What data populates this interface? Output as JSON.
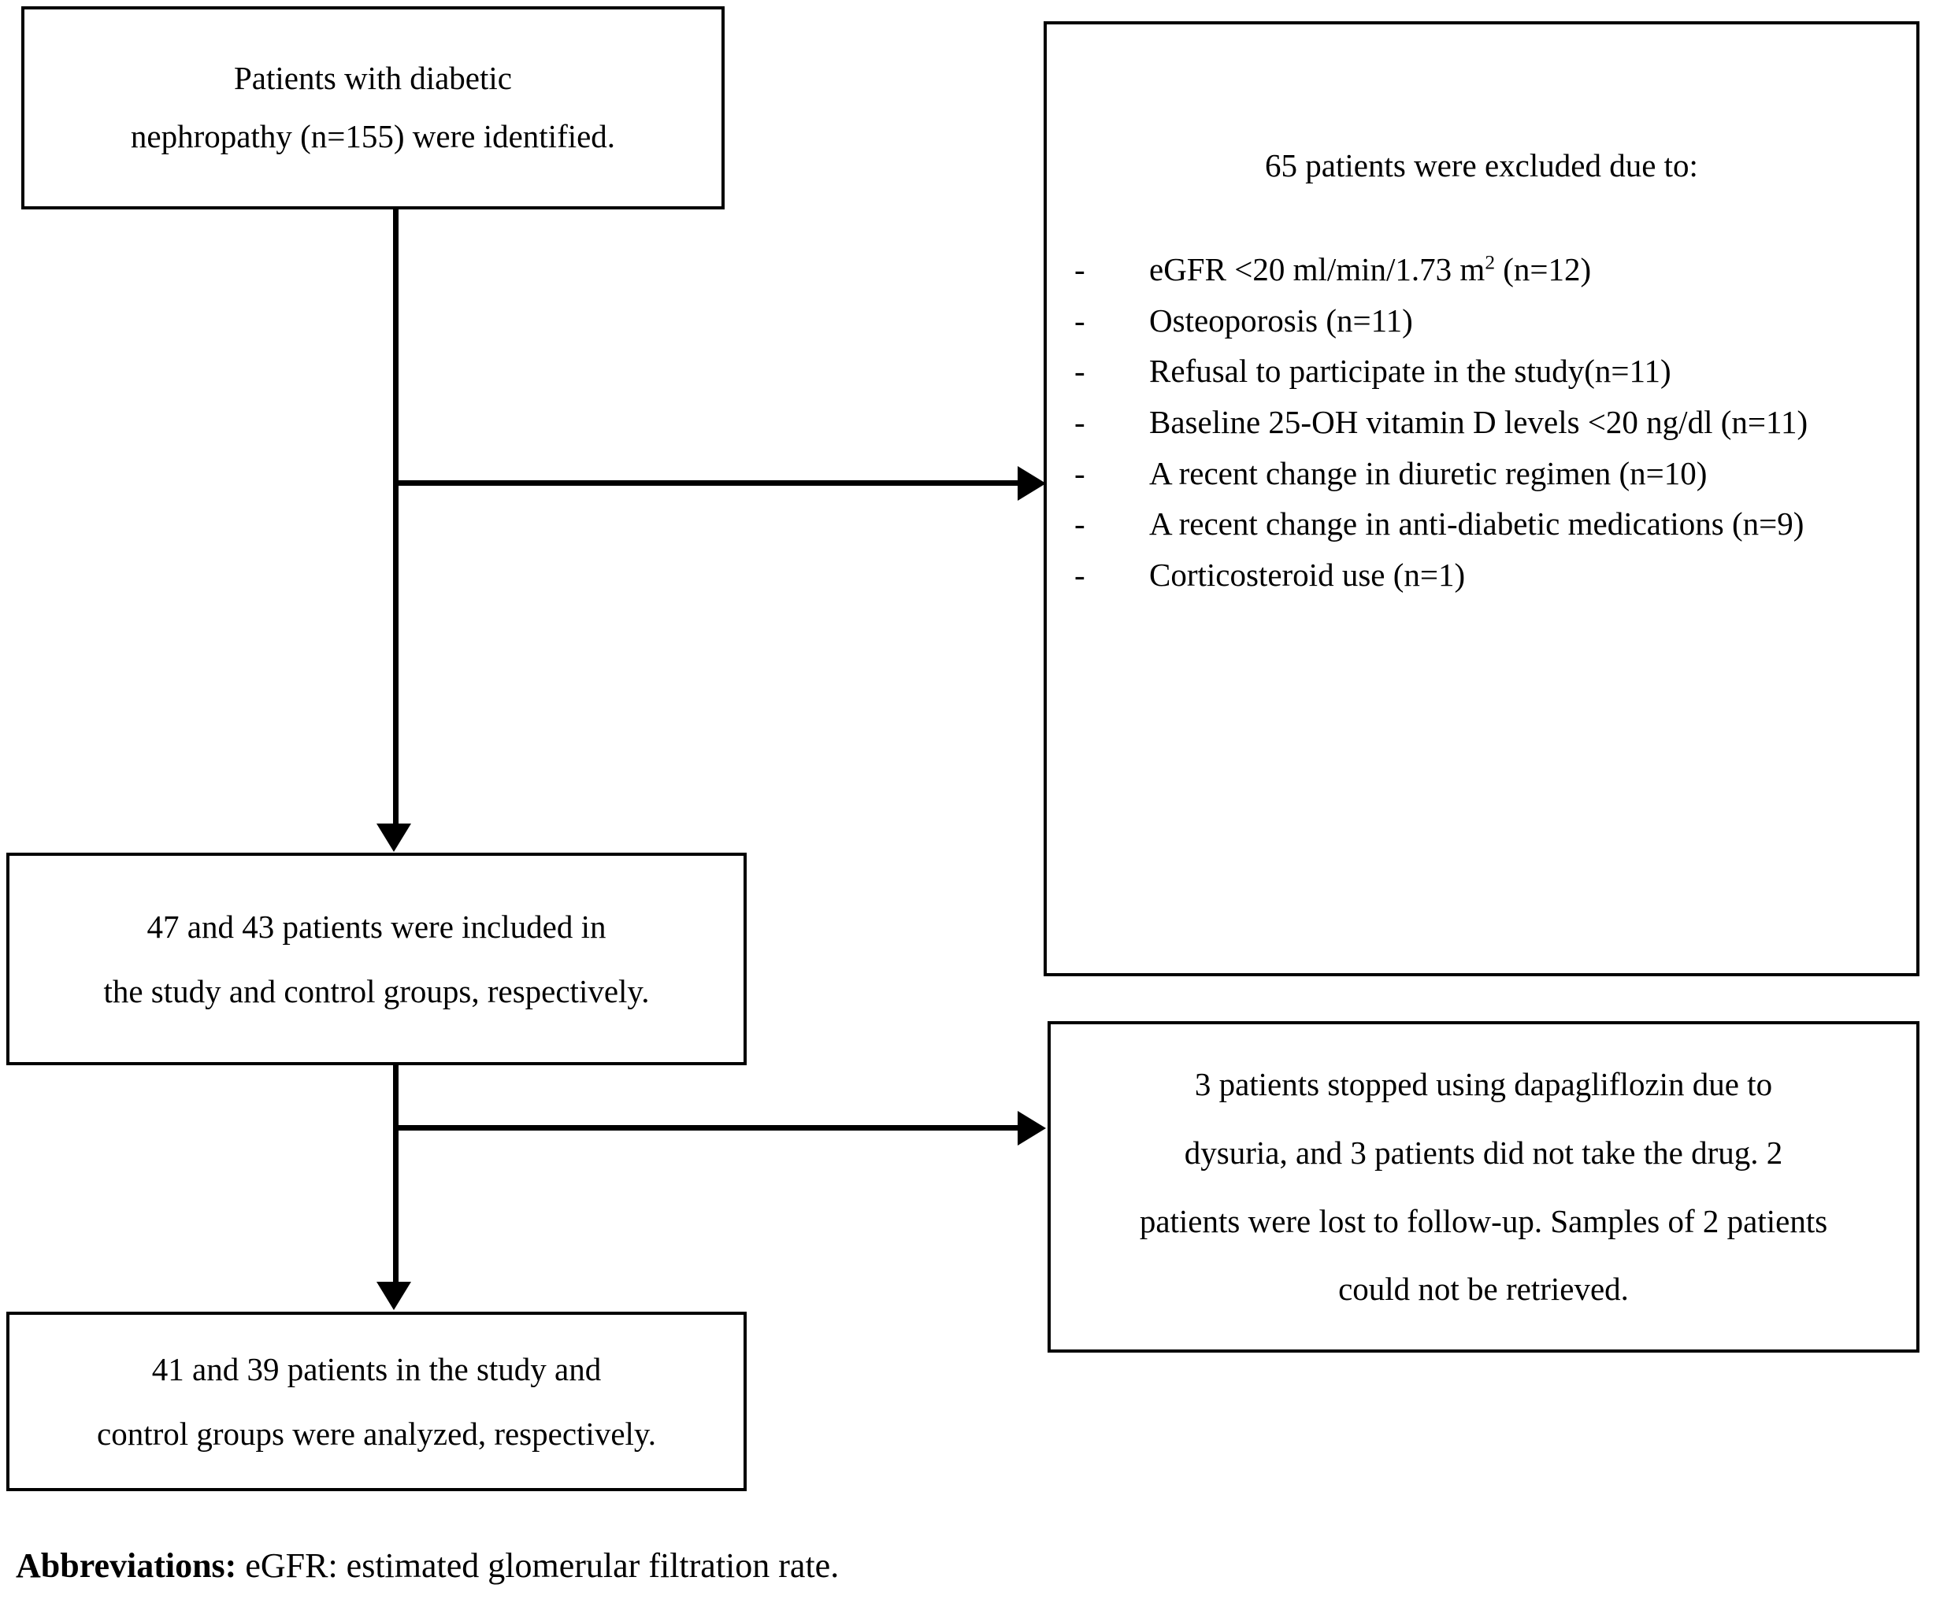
{
  "figure": {
    "type": "patient-flow-diagram",
    "boxes": {
      "identified": {
        "line1": "Patients with diabetic",
        "line2": "nephropathy (n=155) were identified."
      },
      "included": {
        "line1": "47 and 43 patients were included in",
        "line2": "the study and control groups, respectively."
      },
      "analyzed": {
        "line1": "41 and 39 patients in the study and",
        "line2": "control groups were analyzed, respectively."
      },
      "excluded": {
        "heading": "65 patients were excluded due to:",
        "bullet_marker": "-",
        "items": [
          {
            "text_before_sup": "eGFR <20 ml/min/1.73 m",
            "superscript": "2",
            "text_after_sup": " (n=12)",
            "full": "eGFR <20 ml/min/1.73 m2 (n=12)"
          },
          {
            "full": "Osteoporosis (n=11)"
          },
          {
            "full": "Refusal to participate in the study(n=11)"
          },
          {
            "full": "Baseline 25-OH vitamin D levels <20 ng/dl (n=11)"
          },
          {
            "full": "A recent change in diuretic regimen (n=10)"
          },
          {
            "full": "A recent change in anti-diabetic medications (n=9)"
          },
          {
            "full": "Corticosteroid use (n=1)"
          }
        ]
      },
      "attrition": {
        "line1": "3 patients stopped using dapagliflozin due to",
        "line2": "dysuria, and 3 patients did not take the drug. 2",
        "line3": "patients were lost to follow-up. Samples of 2 patients",
        "line4": "could not be retrieved."
      }
    },
    "footnote": {
      "label": "Abbreviations:",
      "text": " eGFR: estimated glomerular filtration rate."
    },
    "colors": {
      "border": "#000000",
      "background": "#ffffff",
      "text": "#000000"
    }
  }
}
